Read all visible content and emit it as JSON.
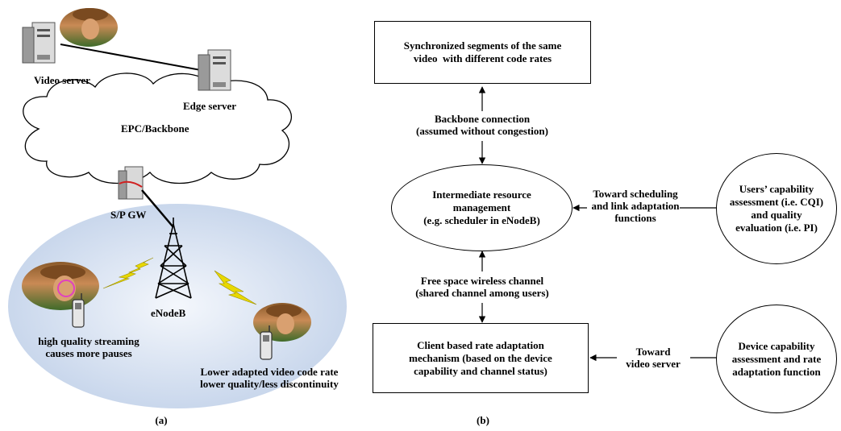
{
  "panel_a": {
    "video_server_label": "Video server",
    "edge_server_label": "Edge server",
    "cloud_label": "EPC/Backbone",
    "gateway_label": "S/P GW",
    "enodeb_label": "eNodeB",
    "left_user_caption": "high quality streaming\ncauses more pauses",
    "right_user_caption": "Lower adapted video code rate\nlower quality/less discontinuity",
    "caption": "(a)"
  },
  "panel_b": {
    "top_box": "Synchronized segments of the same\nvideo  with different code rates",
    "backbone_label": "Backbone connection\n(assumed without congestion)",
    "middle_ellipse": "Intermediate resource\nmanagement\n(e.g. scheduler in eNodeB)",
    "scheduling_label": "Toward scheduling\nand link adaptation\nfunctions",
    "capability_circle": "Users’ capability\nassessment (i.e. CQI)\nand quality\nevaluation (i.e. PI)",
    "wireless_label": "Free space wireless channel\n(shared channel among users)",
    "bottom_box": "Client based rate adaptation\nmechanism (based on the device\ncapability and channel status)",
    "video_server_label": "Toward\nvideo server",
    "device_circle": "Device capability\nassessment and rate\nadaptation function",
    "caption": "(b)"
  },
  "colors": {
    "ellipse_fill": "#cfdcee",
    "lightning": "#e8d800",
    "server_body": "#d9d9d9",
    "link_highlight": "#d02020"
  }
}
